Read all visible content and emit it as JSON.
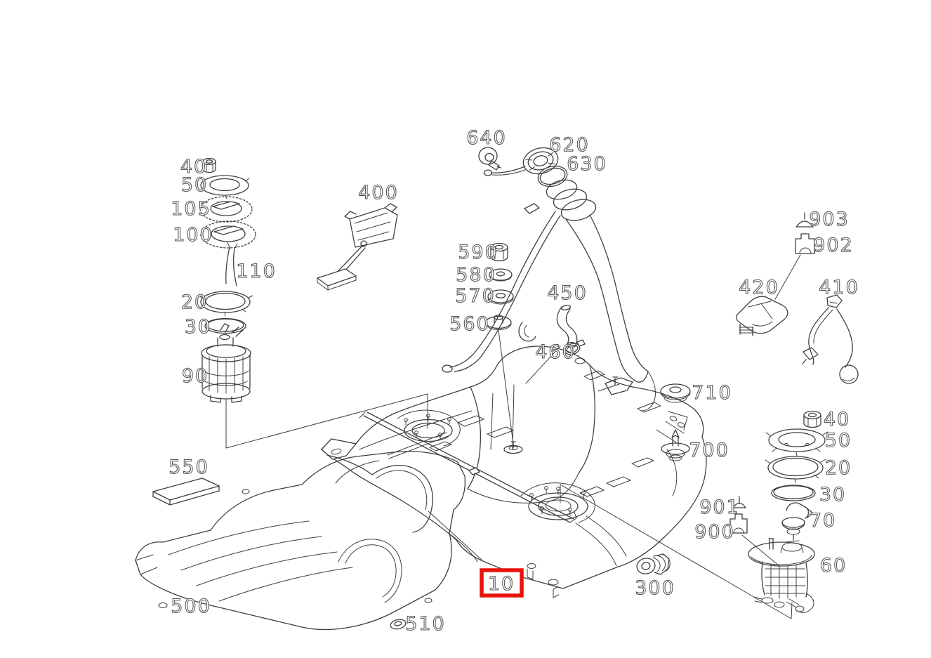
{
  "document": {
    "type": "exploded-parts-diagram",
    "subject": "fuel-tank-assembly",
    "background_color": "#ffffff",
    "line_color": "#3f3f3f",
    "callout_outline_color": "#555555",
    "highlight": {
      "selected_callout": "10",
      "box_color": "#e8120c"
    }
  },
  "callouts": {
    "c40_left": "40",
    "c50_left": "50",
    "c105": "105",
    "c100": "100",
    "c110": "110",
    "c20_left": "20",
    "c30_left": "30",
    "c90": "90",
    "c400": "400",
    "c550": "550",
    "c500": "500",
    "c510": "510",
    "c640": "640",
    "c620": "620",
    "c630": "630",
    "c590": "590",
    "c580": "580",
    "c570": "570",
    "c560": "560",
    "c450": "450",
    "c460": "460",
    "c710": "710",
    "c700": "700",
    "c903": "903",
    "c902": "902",
    "c420": "420",
    "c410": "410",
    "c40_right": "40",
    "c50_right": "50",
    "c20_right": "20",
    "c30_right": "30",
    "c70": "70",
    "c901": "901",
    "c900": "900",
    "c60": "60",
    "c300": "300",
    "c10": "10"
  }
}
